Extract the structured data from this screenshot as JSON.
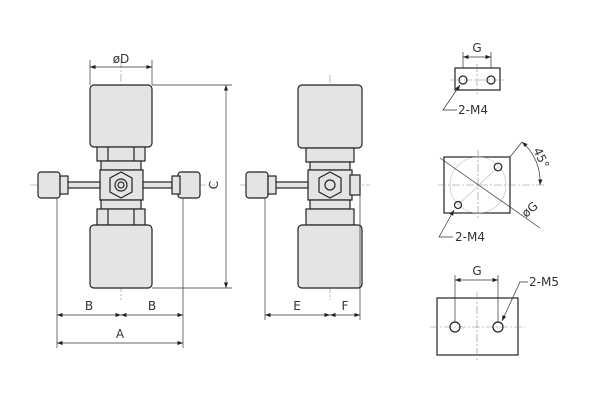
{
  "front_view": {
    "dia_label": "øD",
    "height_label": "C",
    "half_width_label_left": "B",
    "half_width_label_right": "B",
    "width_label": "A"
  },
  "side_view": {
    "left_label": "E",
    "right_label": "F"
  },
  "mount_top": {
    "spacing_label": "G",
    "thread_label": "2-M4"
  },
  "mount_diagonal": {
    "angle_label": "45°",
    "dia_label": "øG",
    "thread_label": "2-M4"
  },
  "mount_bottom": {
    "spacing_label": "G",
    "thread_label": "2-M5"
  }
}
